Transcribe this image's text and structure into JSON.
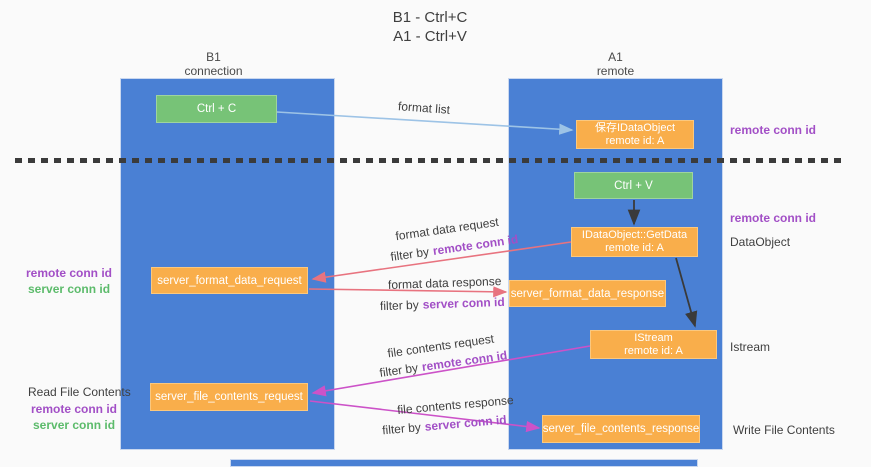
{
  "title": {
    "line1": "B1 - Ctrl+C",
    "line2": "A1 - Ctrl+V"
  },
  "lifelines": {
    "left": {
      "name": "B1",
      "role": "connection"
    },
    "right": {
      "name": "A1",
      "role": "remote"
    }
  },
  "nodes": {
    "ctrl_c": {
      "label": "Ctrl + C"
    },
    "save_idataobject": {
      "line1": "保存IDataObject",
      "line2": "remote id: A"
    },
    "ctrl_v": {
      "label": "Ctrl + V"
    },
    "idataobject_getdata": {
      "line1": "IDataObject::GetData",
      "line2": "remote id: A"
    },
    "server_format_data_request": {
      "label": "server_format_data_request"
    },
    "server_format_data_response": {
      "label": "server_format_data_response"
    },
    "istream": {
      "line1": "IStream",
      "line2": "remote id: A"
    },
    "server_file_contents_request": {
      "label": "server_file_contents_request"
    },
    "server_file_contents_response": {
      "label": "server_file_contents_response"
    }
  },
  "arrow_labels": {
    "format_list": "format list",
    "format_data_request": "format data request",
    "format_data_response": "format data response",
    "file_contents_request": "file contents request",
    "file_contents_response": "file contents response",
    "filter_by": "filter by",
    "remote_conn_id": "remote conn id",
    "server_conn_id": "server conn id"
  },
  "side_labels": {
    "remote_conn_id": "remote conn id",
    "server_conn_id": "server conn id",
    "dataobject": "DataObject",
    "istream": "Istream",
    "read_file_contents": "Read File Contents",
    "write_file_contents": "Write File Contents"
  },
  "colors": {
    "background": "#FAFAFA",
    "column_blue": "#4A80D4",
    "box_green": "#77C377",
    "box_orange": "#F9AE4B",
    "arrow_light_blue": "#9DC3E6",
    "arrow_salmon": "#E8737F",
    "arrow_magenta": "#CC52C8",
    "arrow_black": "#3A3A3A",
    "text_purple": "#A24FC6",
    "text_green": "#5CBB6B",
    "text_dark": "#3F3F3F"
  }
}
